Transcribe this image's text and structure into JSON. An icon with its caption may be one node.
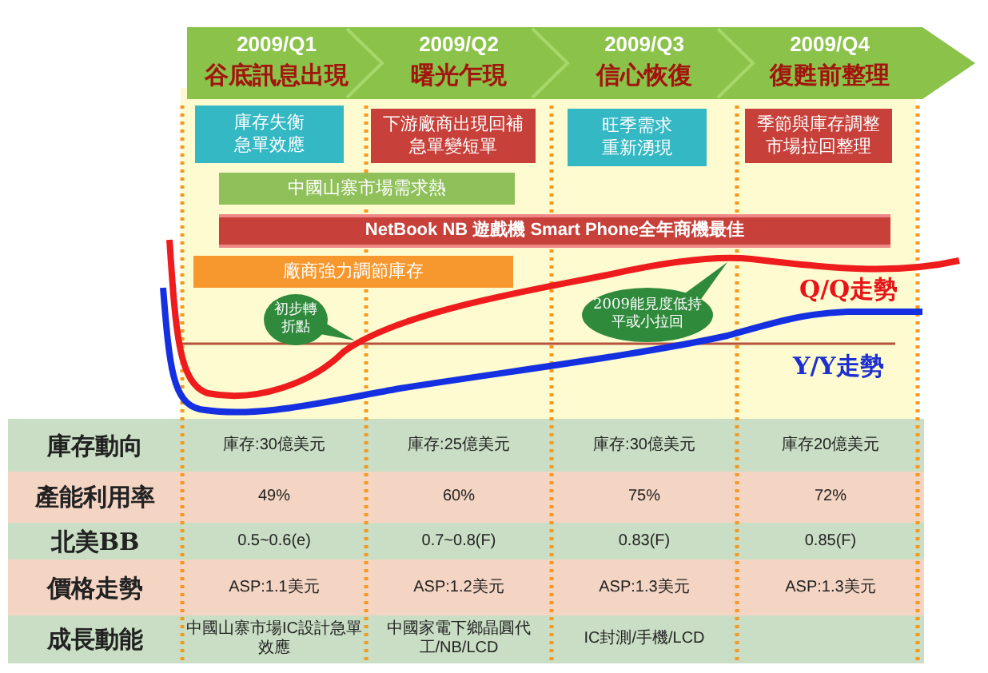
{
  "diagram": {
    "nodes": [
      {
        "text": [
          "2009/Q1",
          "谷底訊息出現"
        ]
      },
      {
        "text": [
          "2009/Q2",
          "曙光乍現"
        ]
      },
      {
        "text": [
          "2009/Q3",
          "信心恢復"
        ]
      },
      {
        "text": [
          "2009/Q4",
          "復甦前整理"
        ]
      },
      {
        "text": [
          "庫存失衡急單效應"
        ]
      },
      {
        "text": [
          "下游廠商出現回補急單變短單"
        ]
      },
      {
        "text": [
          "旺季需求重新湧現"
        ]
      },
      {
        "text": [
          "季節與庫存調整市場拉回整理"
        ]
      },
      {
        "text": [
          "中國山寨市場需求熱"
        ]
      },
      {
        "text": [
          "NetBook NB 遊戲機 Smart Phone全年商機最佳"
        ]
      },
      {
        "text": [
          "廠商強力調節庫存"
        ]
      },
      {
        "text": [
          "初步轉折點"
        ]
      },
      {
        "text": [
          "2009能見度低持平或小拉回"
        ]
      }
    ],
    "labels": [
      "Q/Q走勢",
      "Y/Y走勢",
      "庫存動向",
      "庫存:30億美元",
      "庫存:25億美元",
      "庫存:30億美元",
      "庫存20億美元",
      "產能利用率",
      "49%",
      "60%",
      "75%",
      "72%",
      "北美BB",
      "0.5~0.6(e)",
      "0.7~0.8(F)",
      "0.83(F)",
      "0.85(F)",
      "價格走勢",
      "ASP:1.1美元",
      "ASP:1.2美元",
      "ASP:1.3美元",
      "ASP:1.3美元",
      "成長動能",
      "中國山寨市場IC設計急單效應",
      "中國家電下鄉晶圓代工/NB/LCD",
      "IC封測/手機/LCD"
    ]
  }
}
